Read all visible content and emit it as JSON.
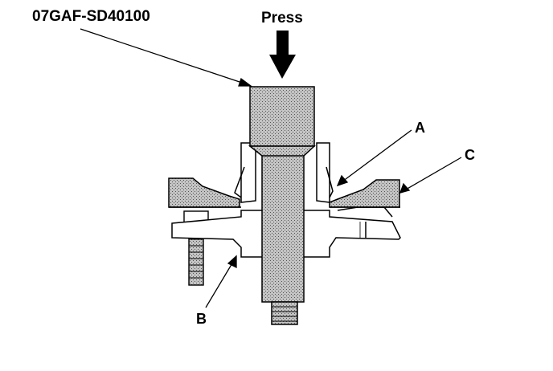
{
  "labels": {
    "tool_number": "07GAF-SD40100",
    "press": "Press",
    "part_a": "A",
    "part_b": "B",
    "part_c": "C"
  },
  "colors": {
    "ink": "#000000",
    "shading": "#b4b4b4",
    "background": "#ffffff"
  }
}
